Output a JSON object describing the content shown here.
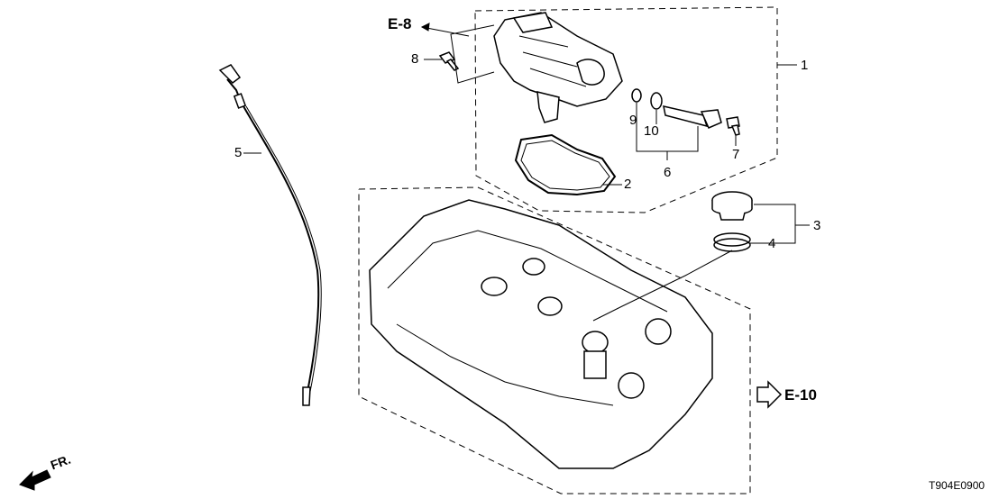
{
  "callouts": {
    "c1": "1",
    "c2": "2",
    "c3": "3",
    "c4": "4",
    "c5": "5",
    "c6": "6",
    "c7": "7",
    "c8": "8",
    "c9": "9",
    "c10": "10"
  },
  "refs": {
    "upper": "E-8",
    "lower": "E-10"
  },
  "front": "FR.",
  "diagram_code": "T904E0900"
}
